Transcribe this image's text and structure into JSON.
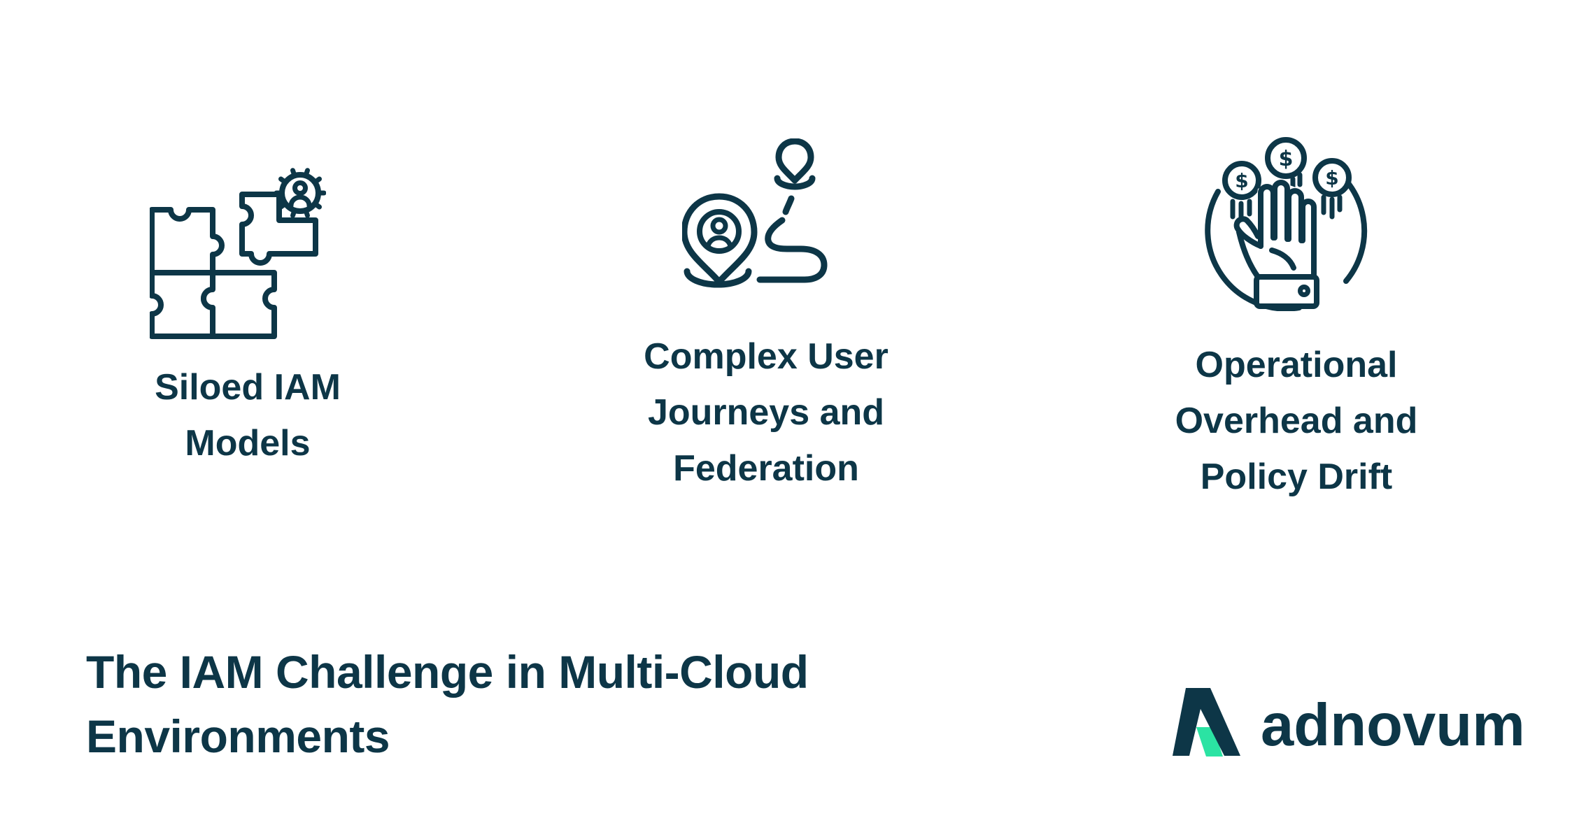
{
  "colors": {
    "navy": "#0d3647",
    "green": "#2be3a3",
    "background": "#ffffff"
  },
  "columns": [
    {
      "icon": "puzzle-gear-icon",
      "label": "Siloed IAM Models",
      "lines": [
        "Siloed IAM",
        "Models"
      ]
    },
    {
      "icon": "user-journey-icon",
      "label": "Complex User Journeys and Federation",
      "lines": [
        "Complex User",
        "Journeys and",
        "Federation"
      ]
    },
    {
      "icon": "hand-coins-icon",
      "label": "Operational Overhead and Policy Drift",
      "lines": [
        "Operational",
        "Overhead and",
        "Policy Drift"
      ]
    }
  ],
  "title": {
    "lines": [
      "The IAM Challenge in Multi-Cloud",
      "Environments"
    ]
  },
  "coins": {
    "symbol": "$"
  },
  "logo": {
    "wordmark": "adnovum"
  }
}
